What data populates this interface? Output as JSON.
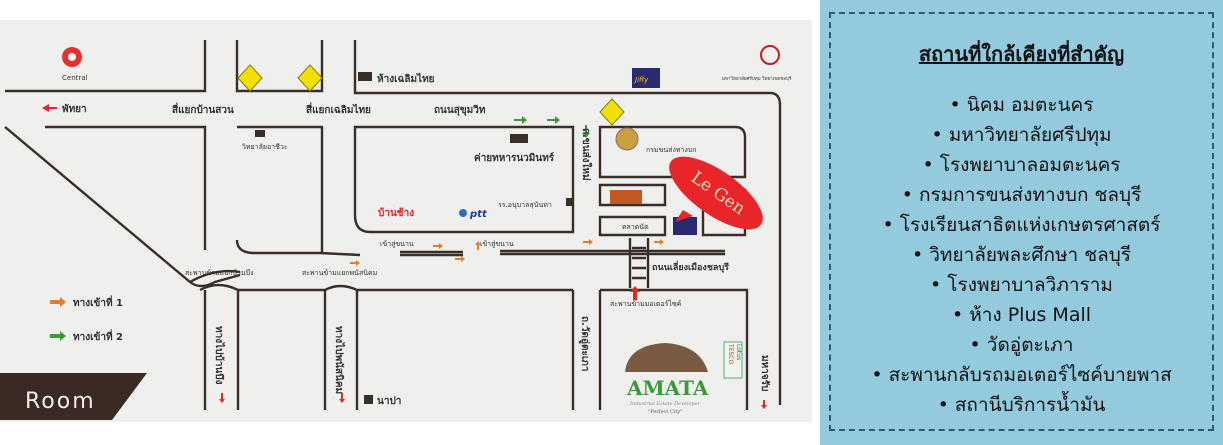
{
  "map": {
    "labels": {
      "pattaya": "พัทยา",
      "ban_suan_intersection": "สี่แยกบ้านสวน",
      "chaloem_thai_intersection": "สี่แยกเฉลิมไทย",
      "chaloem_thai_mall": "ห้างเฉลิมไทย",
      "sukhumvit_road": "ถนนสุขุมวิท",
      "vocational_college": "วิทยาลัยอาชีวะ",
      "navamin_camp": "ค่ายทหารนวมินทร์",
      "new_transport_road": "ถ.ขนส่งใหม่",
      "land_transport_dept": "กรมขนส่งทางบก",
      "sunantha_school": "รร.อนุบาลสุนันทา",
      "market": "ตลาดนัด",
      "frontage_1": "เข้าสู่ขนาน",
      "frontage_2": "เข้าสู่ขนาน",
      "ban_bueng_overpass": "สะพานข้ามแยกบ้านบึง",
      "phanat_overpass": "สะพานข้ามแยกพนัสนิคม",
      "bypass_road": "ถนนเลี่ยงเมืองชลบุรี",
      "motorcycle_overpass": "สะพานข้ามมอเตอร์ไซค์",
      "to_ban_bueng": "ทางไปบ้านบึง",
      "to_phanat": "ทางไปพนัสนิคม",
      "napa": "นาปา",
      "wat_u_taphao_road": "ถ.วัดอู่ตะเภา",
      "maharap": "มหาจรับ",
      "le_gen": "Le Gen",
      "room_banner": "Room"
    },
    "logos": {
      "central": "Central",
      "jiffy": "Jiffy",
      "ptt": "ptt",
      "ban_chang": "บ้านช้าง",
      "sripatum": "มหาวิทยาลัยศรีปทุม วิทยาเขตชลบุรี",
      "amata": "AMATA",
      "amata_tagline": "Industrial Estate Developer",
      "amata_slogan": "\"Perfect City\"",
      "tesco": "TESCO",
      "lotus": "Lotus"
    },
    "legend": [
      {
        "label": "ทางเข้าที่ 1",
        "color": "#e87a2c"
      },
      {
        "label": "ทางเข้าที่ 2",
        "color": "#3c9a3c"
      }
    ],
    "colors": {
      "le_gen": "#e8262a",
      "banner": "#3b2a24",
      "road": "#3a2e28"
    }
  },
  "panel": {
    "title": "สถานที่ใกล้เคียงที่สำคัญ",
    "items": [
      "นิคม อมตะนคร",
      "มหาวิทยาลัยศรีปทุม",
      "โรงพยาบาลอมตะนคร",
      "กรมการขนส่งทางบก ชลบุรี",
      "โรงเรียนสาธิตแห่งเกษตรศาสตร์",
      "วิทยาลัยพละศึกษา ชลบุรี",
      "โรงพยาบาลวิภาราม",
      "ห้าง Plus Mall",
      "วัดอู่ตะเภา",
      "สะพานกลับรถมอเตอร์ไซค์บายพาส",
      "สถานีบริการน้ำมัน"
    ]
  }
}
